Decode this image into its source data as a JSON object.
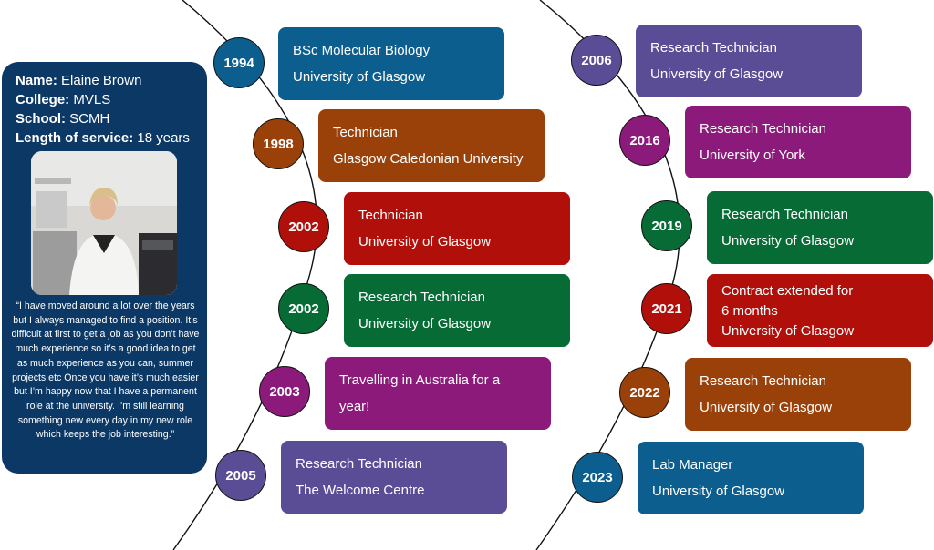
{
  "profile": {
    "name_label": "Name:",
    "name": "Elaine Brown",
    "college_label": "College:",
    "college": "MVLS",
    "school_label": "School:",
    "school": "SCMH",
    "service_label": "Length of service:",
    "service": "18 years",
    "quote": "“I have moved around a lot over the years but I always managed to find a position. It’s difficult at first to get a job as you don’t have much experience so it’s a good idea to get as much experience as you can, summer projects etc Once you have it’s much easier but I’m happy now that I have a permanent role at the university. I’m still learning something new every day in my new role which keeps the job interesting.”"
  },
  "colors": {
    "blue": "#0b5e8e",
    "purple": "#5b4c96",
    "orange": "#9a4009",
    "red": "#b00f0a",
    "green": "#066b34",
    "magenta": "#8c1a7a",
    "navy": "#0c3865"
  },
  "timeline_left": [
    {
      "year": "1994",
      "line1": "BSc Molecular Biology",
      "line2": "University of Glasgow",
      "color": "#0b5e8e"
    },
    {
      "year": "1998",
      "line1": "Technician",
      "line2": "Glasgow Caledonian University",
      "color": "#9a4009"
    },
    {
      "year": "2002",
      "line1": "Technician",
      "line2": "University of Glasgow",
      "color": "#b00f0a"
    },
    {
      "year": "2002",
      "line1": "Research Technician",
      "line2": "University of Glasgow",
      "color": "#066b34"
    },
    {
      "year": "2003",
      "line1": "Travelling in Australia for a",
      "line2": "year!",
      "color": "#8c1a7a"
    },
    {
      "year": "2005",
      "line1": "Research Technician",
      "line2": "The Welcome Centre",
      "color": "#5b4c96"
    }
  ],
  "timeline_right": [
    {
      "year": "2006",
      "line1": "Research Technician",
      "line2": "University of Glasgow",
      "color": "#5b4c96"
    },
    {
      "year": "2016",
      "line1": "Research Technician",
      "line2": "University of York",
      "color": "#8c1a7a"
    },
    {
      "year": "2019",
      "line1": "Research Technician",
      "line2": "University of Glasgow",
      "color": "#066b34"
    },
    {
      "year": "2021",
      "line1": "Contract extended for",
      "line2": "6 months",
      "line3": "University of Glasgow",
      "color": "#b00f0a"
    },
    {
      "year": "2022",
      "line1": "Research Technician",
      "line2": "University of Glasgow",
      "color": "#9a4009"
    },
    {
      "year": "2023",
      "line1": "Lab Manager",
      "line2": "University of Glasgow",
      "color": "#0b5e8e"
    }
  ]
}
